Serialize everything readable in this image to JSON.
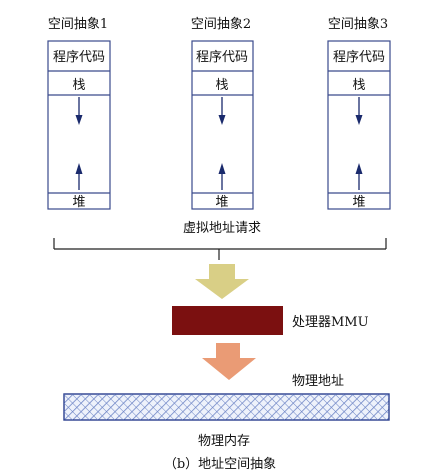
{
  "spaces": [
    {
      "title": "空间抽象1",
      "code": "程序代码",
      "stack": "栈",
      "heap": "堆"
    },
    {
      "title": "空间抽象2",
      "code": "程序代码",
      "stack": "栈",
      "heap": "堆"
    },
    {
      "title": "空间抽象3",
      "code": "程序代码",
      "stack": "栈",
      "heap": "堆"
    }
  ],
  "virtual_request_label": "虚拟地址请求",
  "mmu_label": "处理器MMU",
  "physical_address_label": "物理地址",
  "physical_memory_label": "物理内存",
  "caption": "（b）地址空间抽象",
  "colors": {
    "box_border": "#3a4a8c",
    "arrow": "#1a2a6c",
    "upper_arrow": "#d9cf86",
    "mmu": "#7b1010",
    "lower_arrow": "#ea9b75",
    "memory_border": "#2a3f8f",
    "memory_hatch": "#6f86c6",
    "bracket": "#222222"
  }
}
